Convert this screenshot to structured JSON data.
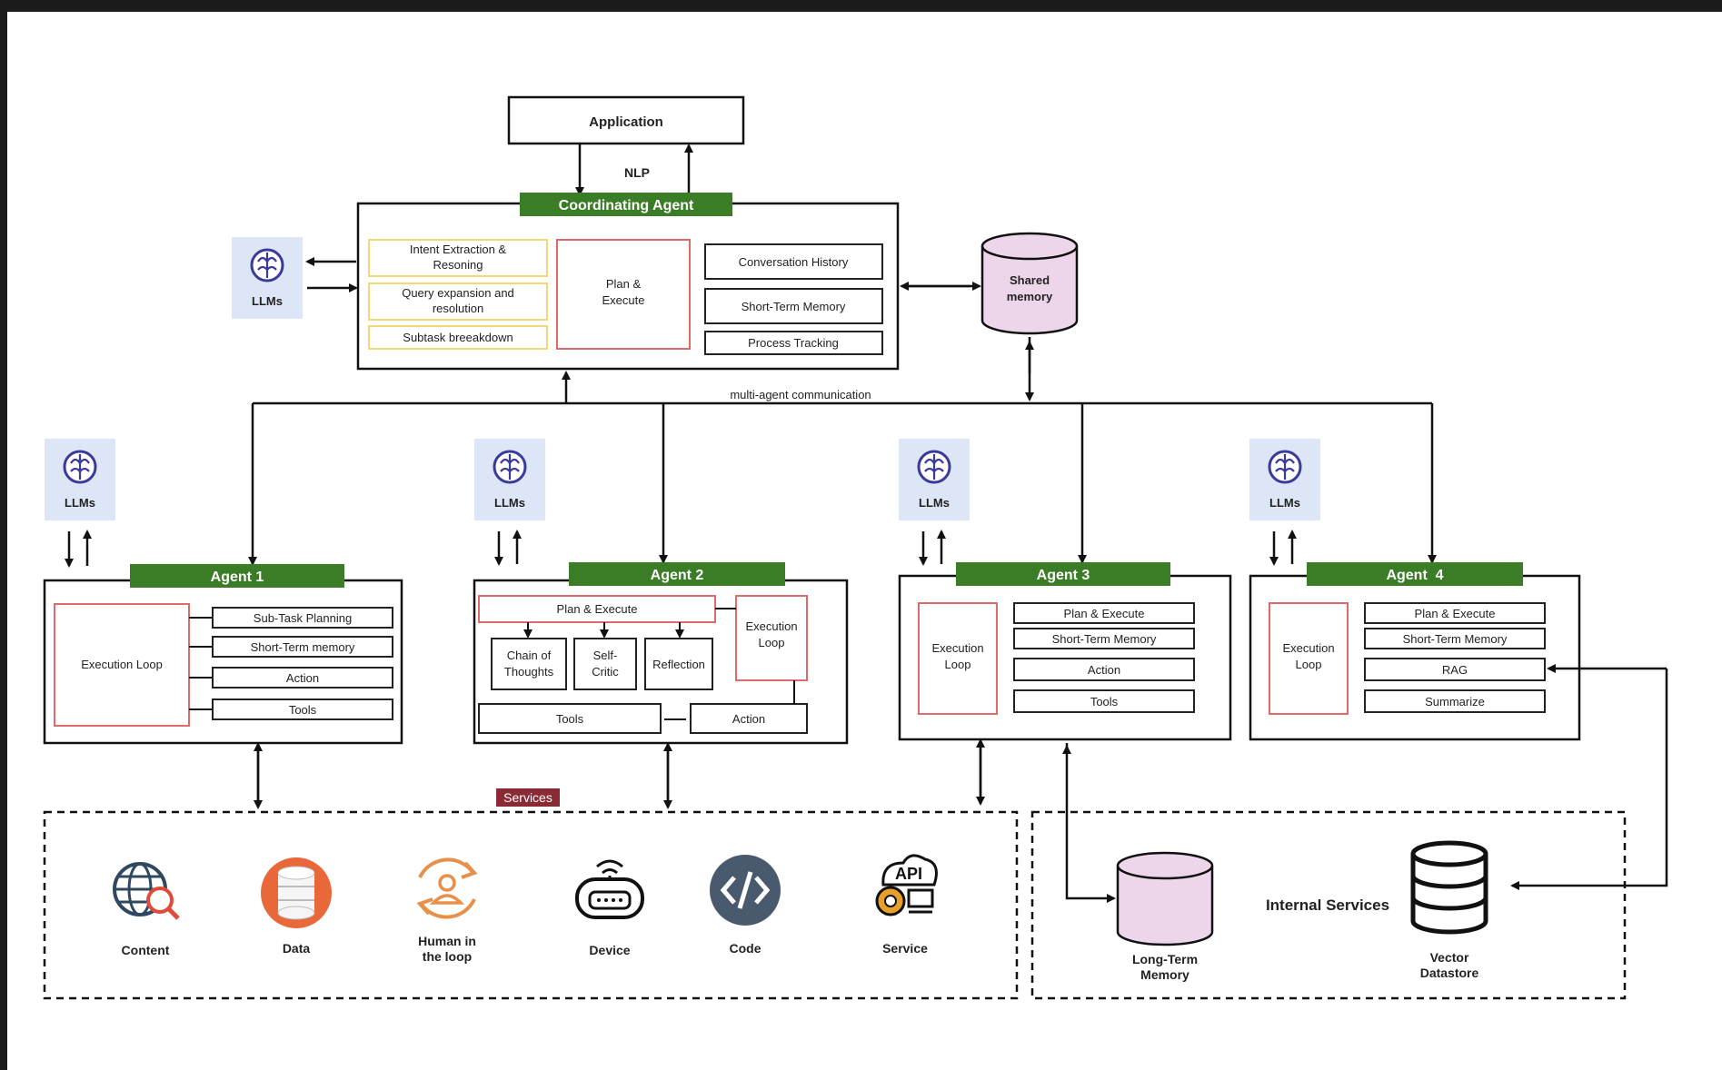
{
  "application": "Application",
  "nlp": "NLP",
  "coordinating_agent": {
    "title": "Coordinating Agent",
    "left_items": [
      "Intent Extraction & Resoning",
      "Query expansion and resolution",
      "Subtask breeakdown"
    ],
    "center": "Plan & Execute",
    "right_items": [
      "Conversation History",
      "Short-Term Memory",
      "Process Tracking"
    ]
  },
  "shared_memory": "Shared memory",
  "multi_agent": "multi-agent communication",
  "llms_label": "LLMs",
  "agent1": {
    "title": "Agent 1",
    "loop": "Execution Loop",
    "items": [
      "Sub-Task Planning",
      "Short-Term memory",
      "Action",
      "Tools"
    ]
  },
  "agent2": {
    "title": "Agent 2",
    "plan": "Plan & Execute",
    "loop": "Execution Loop",
    "sub": [
      "Chain of Thoughts",
      "Self-Critic",
      "Reflection"
    ],
    "tools": "Tools",
    "action": "Action"
  },
  "agent3": {
    "title": "Agent 3",
    "loop": "Execution Loop",
    "items": [
      "Plan & Execute",
      "Short-Term Memory",
      "Action",
      "Tools"
    ]
  },
  "agent4": {
    "title": "Agent  4",
    "loop": "Execution Loop",
    "items": [
      "Plan & Execute",
      "Short-Term Memory",
      "RAG",
      "Summarize"
    ]
  },
  "services_label": "Services",
  "services": [
    {
      "label": "Content",
      "icon": "globe-search-icon"
    },
    {
      "label": "Data",
      "icon": "database-icon"
    },
    {
      "label": "Human in the loop",
      "icon": "human-loop-icon"
    },
    {
      "label": "Device",
      "icon": "device-icon"
    },
    {
      "label": "Code",
      "icon": "code-icon"
    },
    {
      "label": "Service",
      "icon": "api-gear-icon"
    }
  ],
  "internal_services": "Internal Services",
  "long_term_memory": "Long-Term Memory",
  "vector_datastore": "Vector Datastore",
  "colors": {
    "agent_header": "#3b7d27",
    "llm_bg": "#dde6f6",
    "loop_border": "#e06a6a",
    "intent_border": "#f2d878",
    "memory_fill": "#eed6ea",
    "services_tag": "#8a2a34"
  }
}
